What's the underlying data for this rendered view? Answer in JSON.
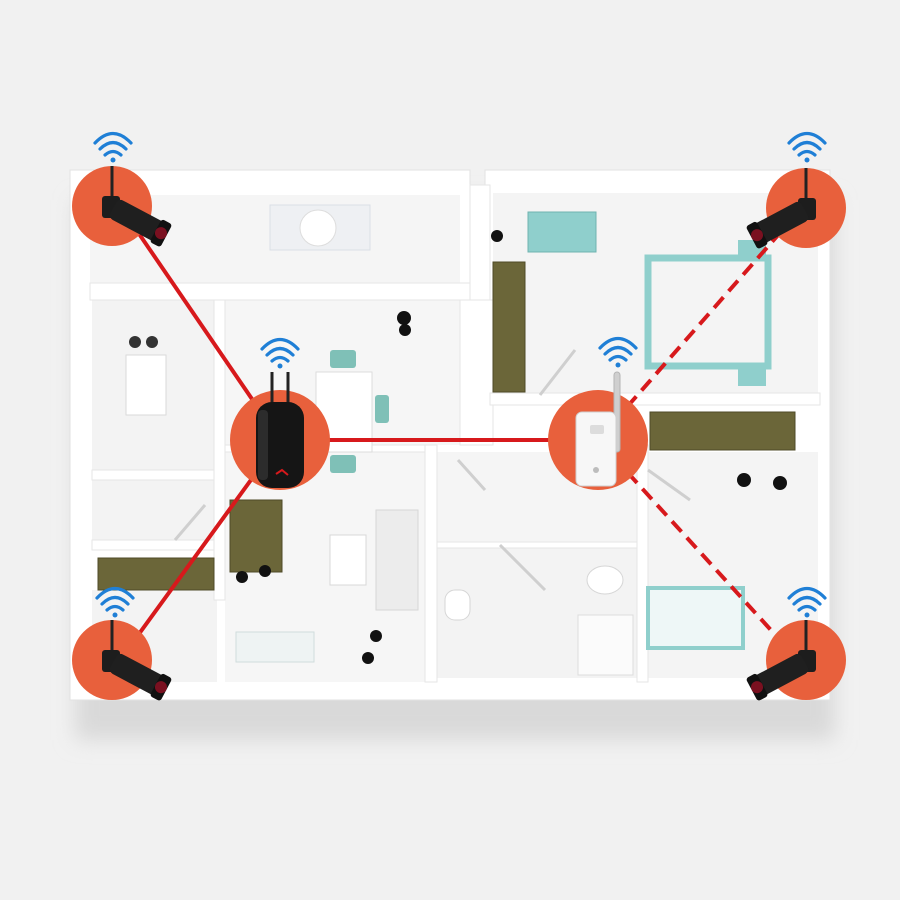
{
  "diagram": {
    "type": "wireless security camera network on a house floor plan",
    "colors": {
      "background": "#f1f1f1",
      "wall": "#ffffff",
      "floor": "#f4f4f4",
      "link": "#d7191c",
      "node_circle": "#e8603c",
      "wifi": "#1f7fd6",
      "furniture_olive": "#6b6639",
      "furniture_teal": "#8fcfcc"
    },
    "nodes": [
      {
        "id": "nvr",
        "kind": "nvr-recorder",
        "icon": "nvr-icon",
        "wifi": true
      },
      {
        "id": "repeater",
        "kind": "wifi-repeater",
        "icon": "repeater-icon",
        "wifi": true
      },
      {
        "id": "cam-top-left",
        "kind": "bullet-camera",
        "icon": "camera-icon",
        "facing": "right",
        "wifi": true
      },
      {
        "id": "cam-top-right",
        "kind": "bullet-camera",
        "icon": "camera-icon",
        "facing": "left",
        "wifi": true
      },
      {
        "id": "cam-bottom-left",
        "kind": "bullet-camera",
        "icon": "camera-icon",
        "facing": "right",
        "wifi": true
      },
      {
        "id": "cam-bottom-right",
        "kind": "bullet-camera",
        "icon": "camera-icon",
        "facing": "left",
        "wifi": true
      }
    ],
    "links": [
      {
        "from": "cam-top-left",
        "to": "nvr",
        "style": "solid"
      },
      {
        "from": "cam-bottom-left",
        "to": "nvr",
        "style": "solid"
      },
      {
        "from": "nvr",
        "to": "repeater",
        "style": "solid"
      },
      {
        "from": "repeater",
        "to": "cam-top-right",
        "style": "dashed"
      },
      {
        "from": "repeater",
        "to": "cam-bottom-right",
        "style": "dashed"
      }
    ]
  }
}
